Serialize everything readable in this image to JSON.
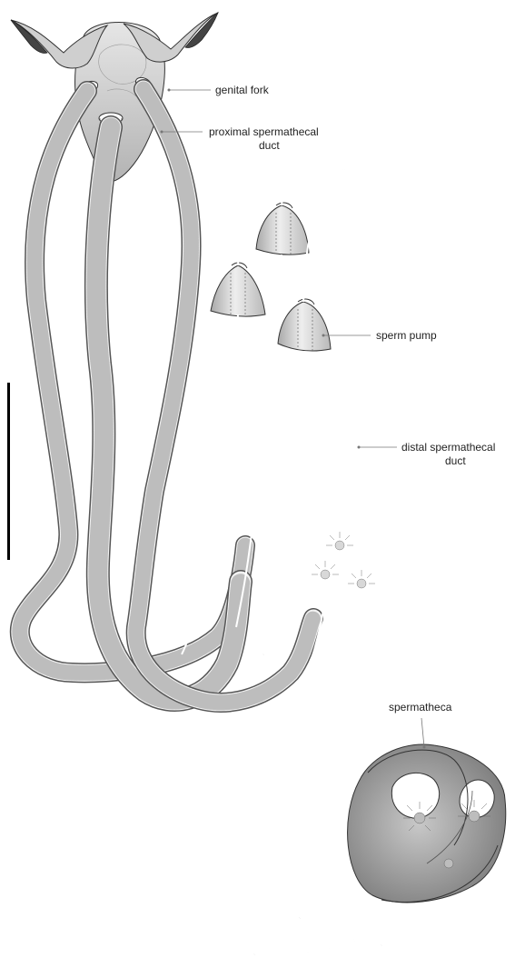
{
  "labels": {
    "genital_fork": "genital fork",
    "proximal_duct_line1": "proximal spermathecal",
    "proximal_duct_line2": "duct",
    "sperm_pump": "sperm pump",
    "distal_duct_line1": "distal spermathecal",
    "distal_duct_line2": "duct",
    "spermatheca": "spermatheca"
  },
  "colors": {
    "outline": "#333333",
    "fork_fill": "#c9c9c9",
    "fork_tip": "#444444",
    "spermatheca_fill": "#9a9a9a",
    "pump_fill": "#d8d8d8",
    "scale_bar": "#000000"
  },
  "icons": [
    "scale-bar"
  ]
}
